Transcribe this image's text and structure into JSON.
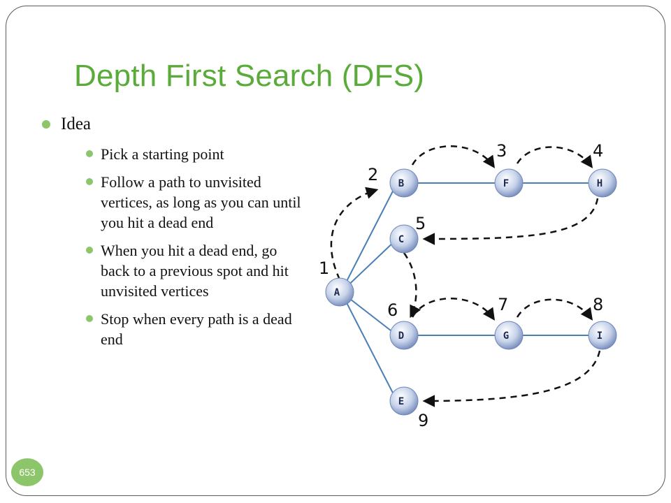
{
  "slide": {
    "title": "Depth First Search (DFS)",
    "bullets": [
      {
        "text": "Idea",
        "children": [
          "Pick a starting point",
          "Follow a path to unvisited vertices, as long as you can until you hit a dead end",
          "When you hit a dead end, go back to a previous spot and hit unvisited vertices",
          "Stop when every path is a dead end"
        ]
      }
    ],
    "page_number": "653"
  },
  "diagram": {
    "nodes": {
      "A": "A",
      "B": "B",
      "C": "C",
      "D": "D",
      "E": "E",
      "F": "F",
      "G": "G",
      "H": "H",
      "I": "I"
    },
    "edges": [
      [
        "A",
        "B"
      ],
      [
        "A",
        "C"
      ],
      [
        "A",
        "D"
      ],
      [
        "A",
        "E"
      ],
      [
        "B",
        "F"
      ],
      [
        "F",
        "H"
      ],
      [
        "D",
        "G"
      ],
      [
        "G",
        "I"
      ]
    ],
    "visit_order": [
      "1",
      "2",
      "3",
      "4",
      "5",
      "6",
      "7",
      "8",
      "9"
    ]
  },
  "colors": {
    "title": "#5aab3a",
    "bullet": "#8dc66a",
    "edge": "#4a7fb5",
    "node_fill": "#c7d3ea"
  }
}
